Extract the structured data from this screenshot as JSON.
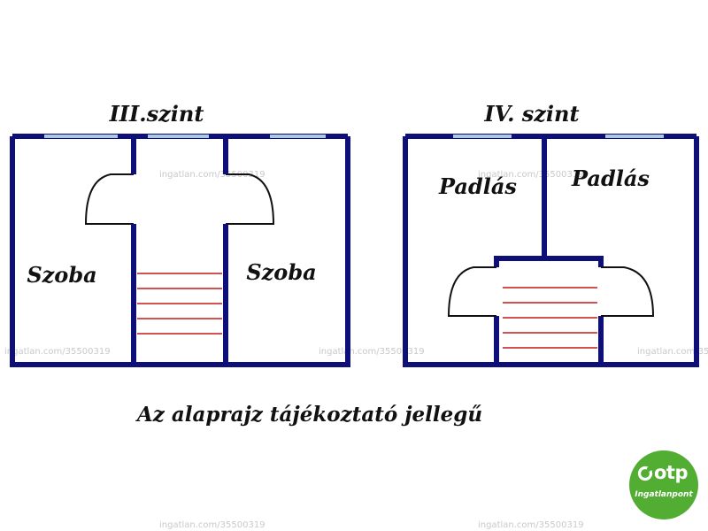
{
  "levels": [
    {
      "title": "III.szint",
      "rooms": [
        "Szoba",
        "Szoba"
      ]
    },
    {
      "title": "IV. szint",
      "rooms": [
        "Padlás",
        "Padlás"
      ]
    }
  ],
  "note": "Az alaprajz tájékoztató jellegű",
  "watermark": "ingatlan.com/35500319",
  "logo": {
    "brand": "otp",
    "sub": "Ingatlanpont"
  },
  "colors": {
    "wall": "#0f0f7a",
    "window": "#aac8e6",
    "stairs": "#c01818",
    "logo": "#52ae32"
  }
}
